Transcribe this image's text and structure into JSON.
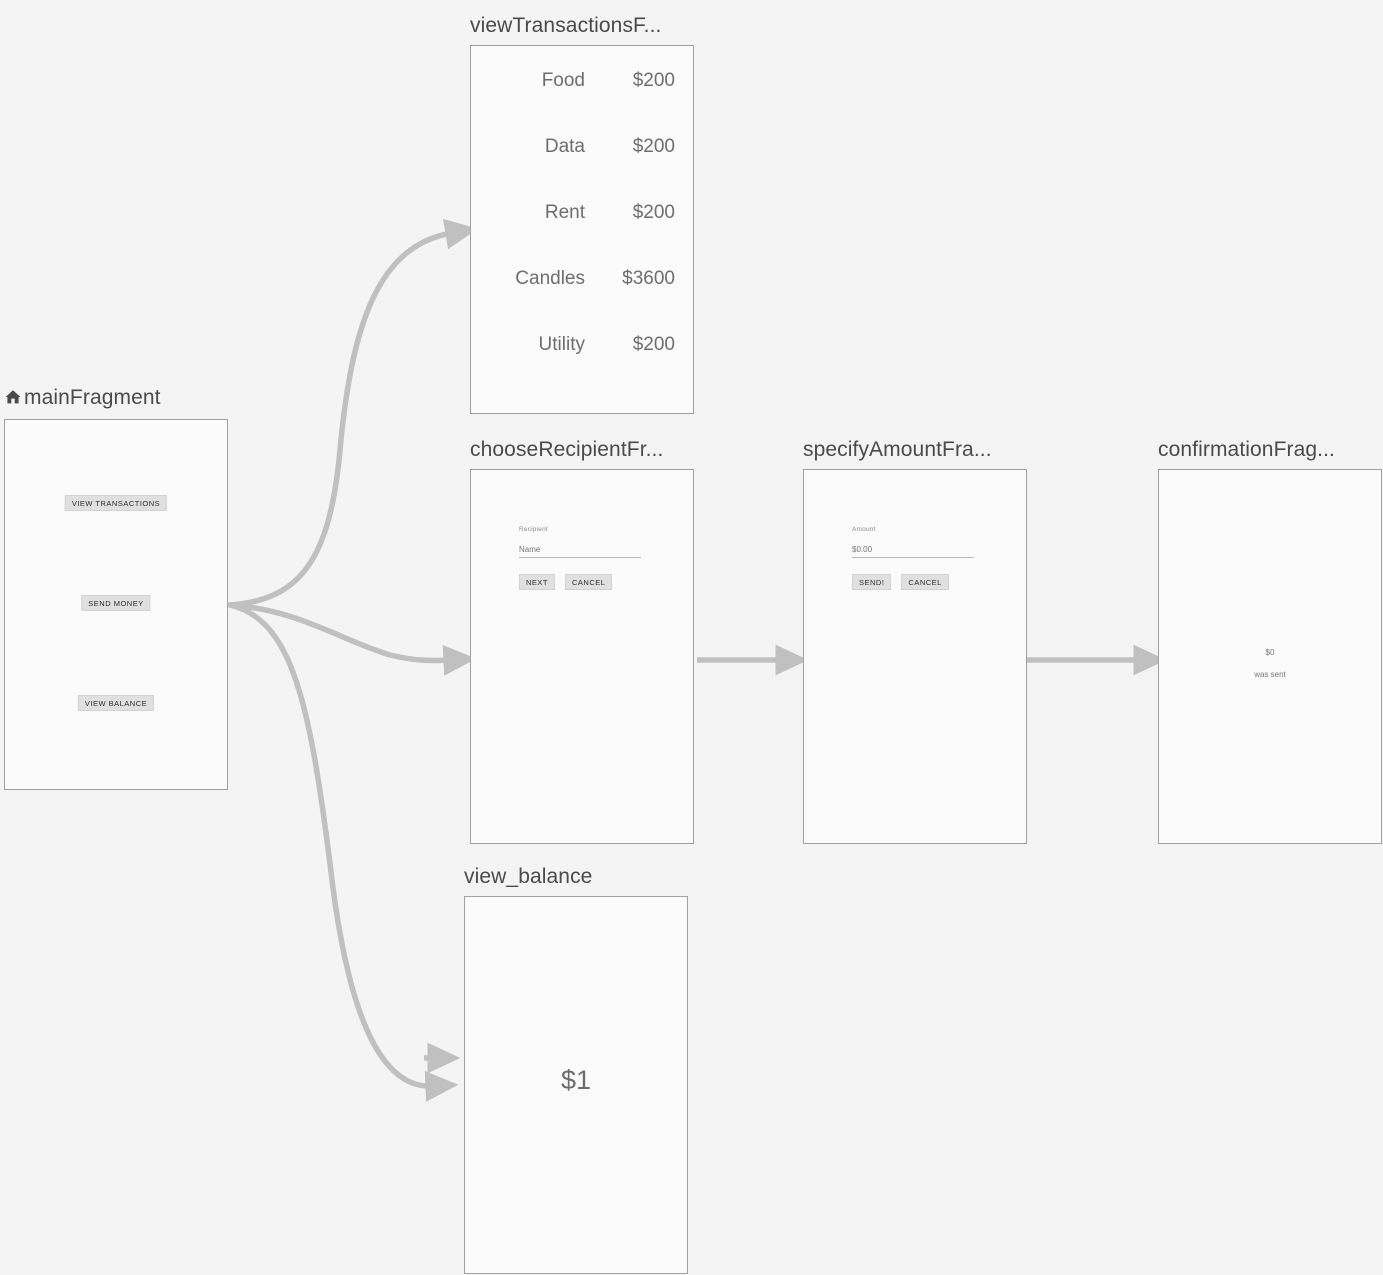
{
  "canvas": {
    "background_color": "#f4f4f4",
    "connector_color": "#c0c0c0",
    "node_border_color": "#a0a0a0",
    "node_fill_color": "#fbfbfb"
  },
  "nodes": {
    "main": {
      "title": "mainFragment",
      "start_icon": "home-icon",
      "buttons": [
        {
          "label": "VIEW TRANSACTIONS"
        },
        {
          "label": "SEND MONEY"
        },
        {
          "label": "VIEW BALANCE"
        }
      ]
    },
    "view_transactions": {
      "title": "viewTransactionsF...",
      "rows": [
        {
          "label": "Food",
          "amount": "$200"
        },
        {
          "label": "Data",
          "amount": "$200"
        },
        {
          "label": "Rent",
          "amount": "$200"
        },
        {
          "label": "Candles",
          "amount": "$3600"
        },
        {
          "label": "Utility",
          "amount": "$200"
        }
      ]
    },
    "choose_recipient": {
      "title": "chooseRecipientFr...",
      "field_label": "Recipient",
      "field_placeholder": "Name",
      "field_value": "",
      "primary_button": "NEXT",
      "secondary_button": "CANCEL"
    },
    "specify_amount": {
      "title": "specifyAmountFra...",
      "field_label": "Amount",
      "field_placeholder": "$0.00",
      "field_value": "",
      "primary_button": "SEND!",
      "secondary_button": "CANCEL"
    },
    "confirmation": {
      "title": "confirmationFrag...",
      "amount": "$0",
      "message": "was sent"
    },
    "view_balance": {
      "title": "view_balance",
      "amount": "$1"
    }
  }
}
